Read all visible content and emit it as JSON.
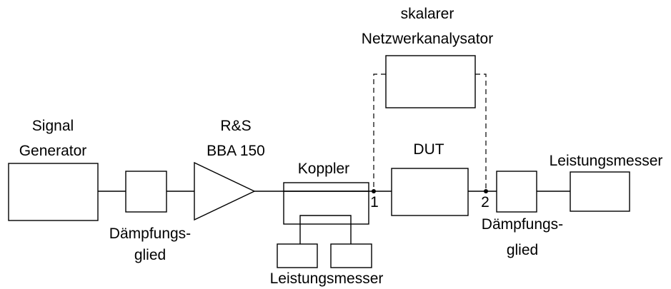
{
  "labels": {
    "signal_generator_line1": "Signal",
    "signal_generator_line2": "Generator",
    "attenuator1_line1": "Dämpfungs-",
    "attenuator1_line2": "glied",
    "amplifier_line1": "R&S",
    "amplifier_line2": "BBA 150",
    "coupler": "Koppler",
    "power_meter_bottom": "Leistungsmesser",
    "network_analyzer_line1": "skalarer",
    "network_analyzer_line2": "Netzwerkanalysator",
    "dut": "DUT",
    "port1": "1",
    "port2": "2",
    "power_meter_right": "Leistungsmesser",
    "attenuator2_line1": "Dämpfungs-",
    "attenuator2_line2": "glied"
  }
}
